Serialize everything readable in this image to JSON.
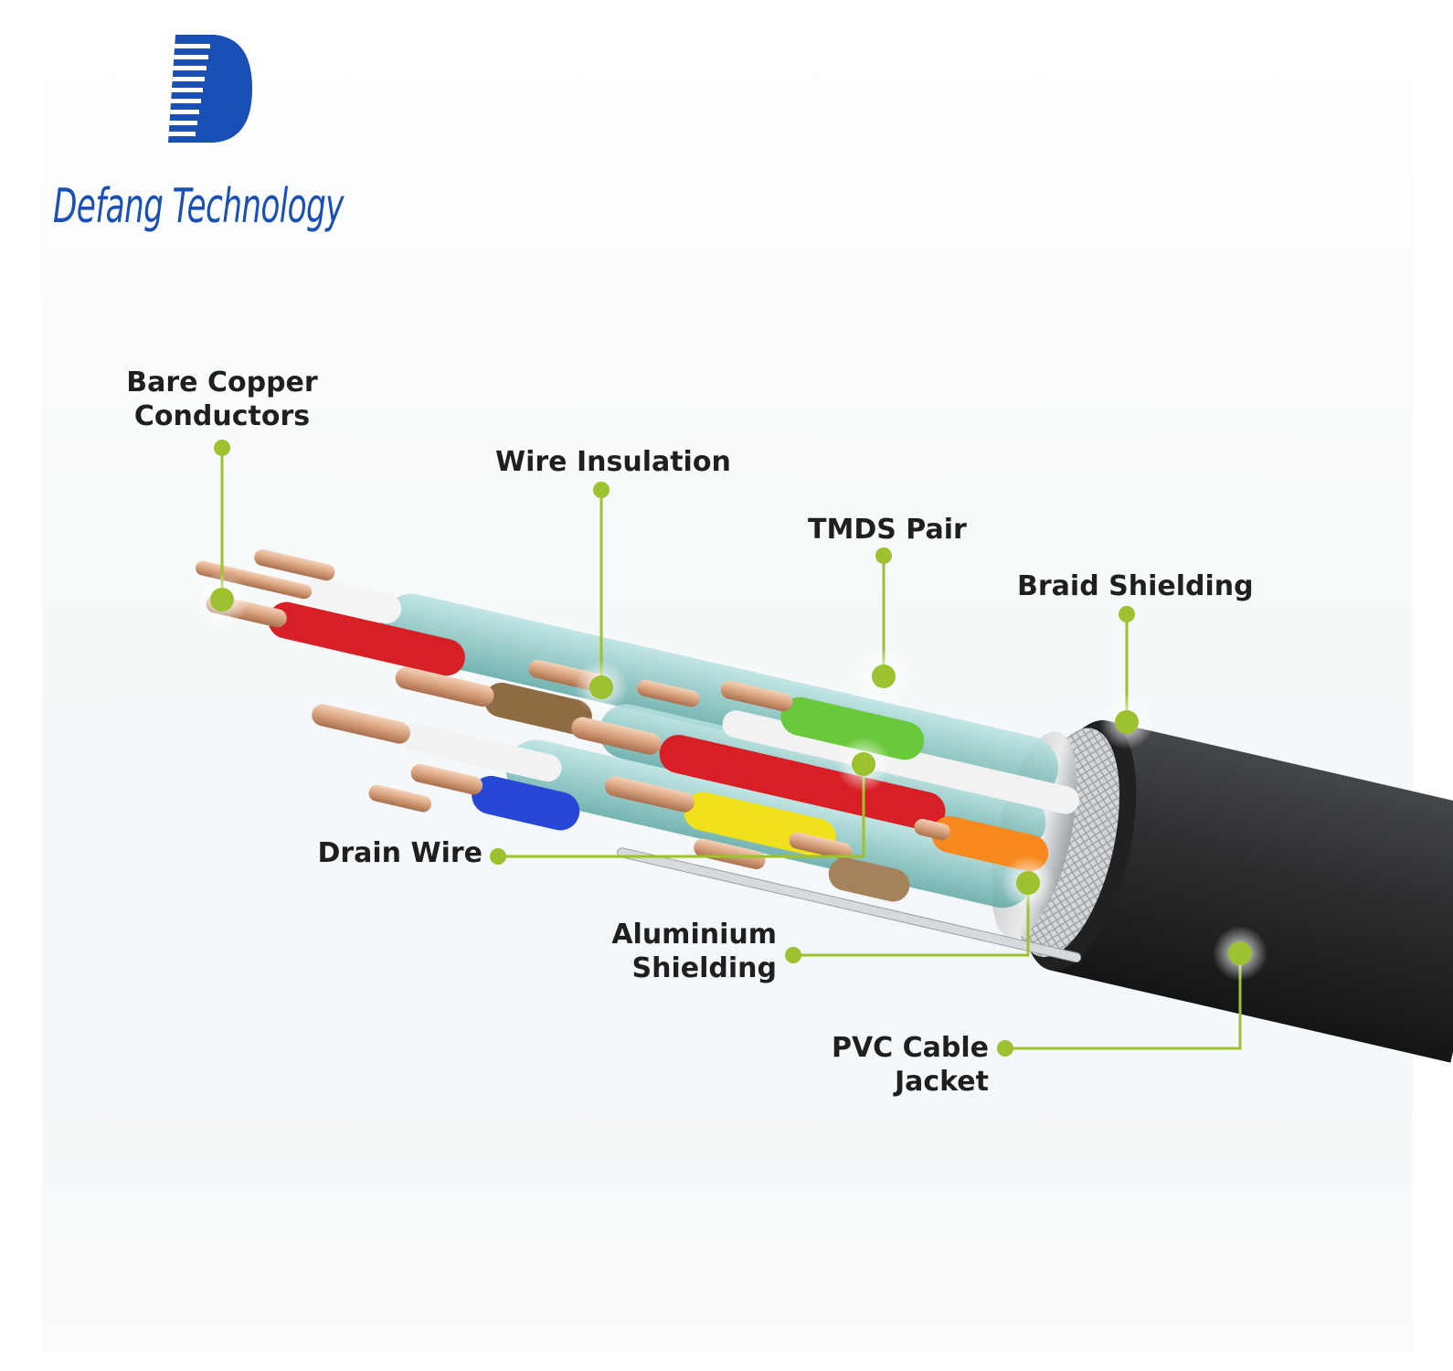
{
  "brand": {
    "name": "Defang Technology",
    "logo_icon": "stylized-d-stripes-icon",
    "color": "#1a4fb5"
  },
  "colors": {
    "callout_line": "#9dc12f",
    "jacket": "#2a2c2e",
    "copper": "#d9a27e",
    "label_text": "#1f1f1f"
  },
  "labels": {
    "bare_copper": [
      "Bare Copper",
      "Conductors"
    ],
    "wire_insulation": [
      "Wire Insulation"
    ],
    "tmds_pair": [
      "TMDS Pair"
    ],
    "braid_shielding": [
      "Braid Shielding"
    ],
    "drain_wire": [
      "Drain Wire"
    ],
    "aluminium_shielding": [
      "Aluminium",
      "Shielding"
    ],
    "pvc_jacket": [
      "PVC Cable",
      "Jacket"
    ]
  }
}
